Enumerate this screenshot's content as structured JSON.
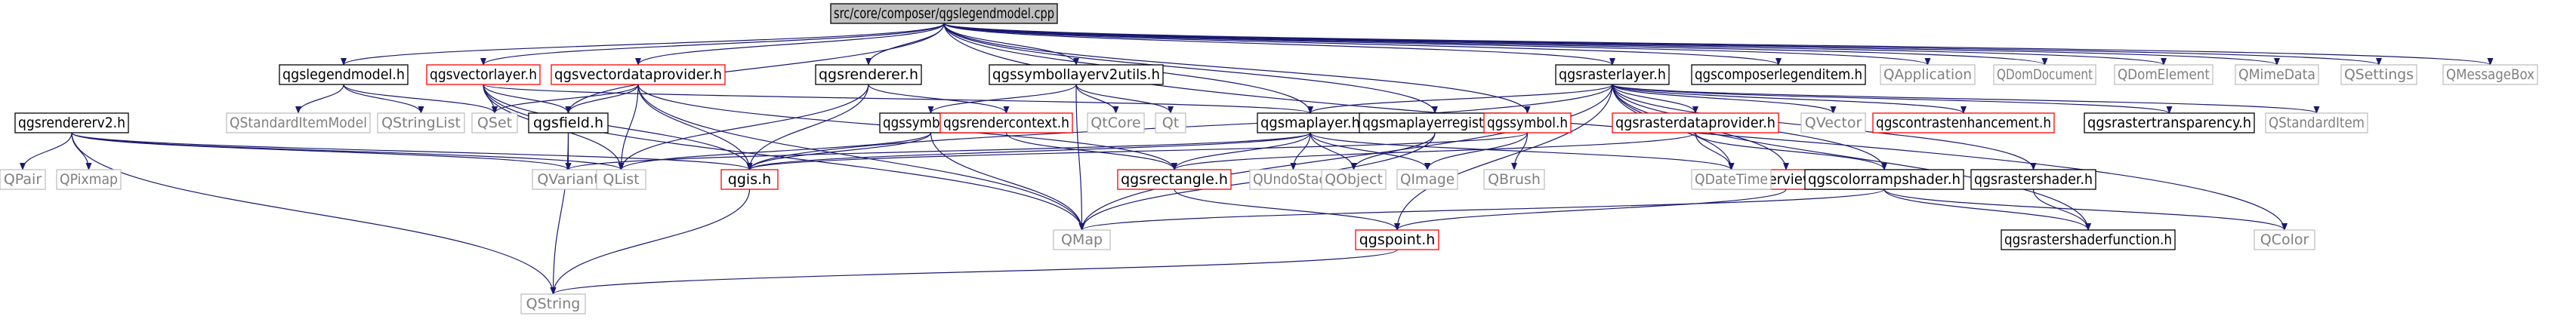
{
  "diagram": {
    "nodes": [
      {
        "id": "root",
        "label": "src/core/composer/qgslegendmodel.cpp",
        "style": "root"
      },
      {
        "id": "qgslegendmodel_h",
        "label": "qgslegendmodel.h",
        "style": "black"
      },
      {
        "id": "qgsvectorlayer_h",
        "label": "qgsvectorlayer.h",
        "style": "red"
      },
      {
        "id": "qgsvectordataprovider_h",
        "label": "qgsvectordataprovider.h",
        "style": "red"
      },
      {
        "id": "qgsrenderer_h",
        "label": "qgsrenderer.h",
        "style": "black"
      },
      {
        "id": "qgssymbollayerv2utils_h",
        "label": "qgssymbollayerv2utils.h",
        "style": "black"
      },
      {
        "id": "qgsrasterlayer_h",
        "label": "qgsrasterlayer.h",
        "style": "black"
      },
      {
        "id": "qgscomposerlegenditem_h",
        "label": "qgscomposerlegenditem.h",
        "style": "black"
      },
      {
        "id": "QApplication",
        "label": "QApplication",
        "style": "gray"
      },
      {
        "id": "QDomDocument",
        "label": "QDomDocument",
        "style": "gray"
      },
      {
        "id": "QDomElement",
        "label": "QDomElement",
        "style": "gray"
      },
      {
        "id": "QMimeData",
        "label": "QMimeData",
        "style": "gray"
      },
      {
        "id": "QSettings",
        "label": "QSettings",
        "style": "gray"
      },
      {
        "id": "QMessageBox",
        "label": "QMessageBox",
        "style": "gray"
      },
      {
        "id": "qgsrendererv2_h",
        "label": "qgsrendererv2.h",
        "style": "black"
      },
      {
        "id": "QStandardItemModel",
        "label": "QStandardItemModel",
        "style": "gray"
      },
      {
        "id": "QStringList",
        "label": "QStringList",
        "style": "gray"
      },
      {
        "id": "QSet",
        "label": "QSet",
        "style": "gray"
      },
      {
        "id": "qgsfield_h",
        "label": "qgsfield.h",
        "style": "black"
      },
      {
        "id": "qgssymbolv2_h",
        "label": "qgssymbolv2.h",
        "style": "black"
      },
      {
        "id": "qgsrendercontext_h",
        "label": "qgsrendercontext.h",
        "style": "red"
      },
      {
        "id": "QtCore",
        "label": "QtCore",
        "style": "gray"
      },
      {
        "id": "Qt",
        "label": "Qt",
        "style": "gray"
      },
      {
        "id": "qgsmaplayer_h",
        "label": "qgsmaplayer.h",
        "style": "black"
      },
      {
        "id": "qgsmaplayerregistry_h",
        "label": "qgsmaplayerregistry.h",
        "style": "black"
      },
      {
        "id": "qgssymbol_h",
        "label": "qgssymbol.h",
        "style": "red"
      },
      {
        "id": "qgsrasterdataprovider_h",
        "label": "qgsrasterdataprovider.h",
        "style": "red"
      },
      {
        "id": "QVector",
        "label": "QVector",
        "style": "gray"
      },
      {
        "id": "qgscontrastenhancement_h",
        "label": "qgscontrastenhancement.h",
        "style": "red"
      },
      {
        "id": "qgsrastertransparency_h",
        "label": "qgsrastertransparency.h",
        "style": "black"
      },
      {
        "id": "QStandardItem",
        "label": "QStandardItem",
        "style": "gray"
      },
      {
        "id": "QPair",
        "label": "QPair",
        "style": "gray"
      },
      {
        "id": "QPixmap",
        "label": "QPixmap",
        "style": "gray"
      },
      {
        "id": "QVariant",
        "label": "QVariant",
        "style": "gray"
      },
      {
        "id": "QList",
        "label": "QList",
        "style": "gray"
      },
      {
        "id": "qgis_h",
        "label": "qgis.h",
        "style": "red"
      },
      {
        "id": "qgsrectangle_h",
        "label": "qgsrectangle.h",
        "style": "red"
      },
      {
        "id": "QUndoStack",
        "label": "QUndoStack",
        "style": "gray"
      },
      {
        "id": "QObject",
        "label": "QObject",
        "style": "gray"
      },
      {
        "id": "QImage",
        "label": "QImage",
        "style": "gray"
      },
      {
        "id": "QBrush",
        "label": "QBrush",
        "style": "gray"
      },
      {
        "id": "qgsrasterviewport_h",
        "label": "qgsrasterviewport.h",
        "style": "red"
      },
      {
        "id": "QDateTime",
        "label": "QDateTime",
        "style": "gray"
      },
      {
        "id": "qgscolorrampshader_h",
        "label": "qgscolorrampshader.h",
        "style": "black"
      },
      {
        "id": "qgsrastershader_h",
        "label": "qgsrastershader.h",
        "style": "black"
      },
      {
        "id": "QMap",
        "label": "QMap",
        "style": "gray"
      },
      {
        "id": "qgspoint_h",
        "label": "qgspoint.h",
        "style": "red"
      },
      {
        "id": "qgsrastershaderfunction_h",
        "label": "qgsrastershaderfunction.h",
        "style": "black"
      },
      {
        "id": "QColor",
        "label": "QColor",
        "style": "gray"
      },
      {
        "id": "QString",
        "label": "QString",
        "style": "gray"
      }
    ],
    "edges": [
      [
        "root",
        "qgslegendmodel_h"
      ],
      [
        "root",
        "qgsvectorlayer_h"
      ],
      [
        "root",
        "qgsvectordataprovider_h"
      ],
      [
        "root",
        "qgsrenderer_h"
      ],
      [
        "root",
        "qgssymbollayerv2utils_h"
      ],
      [
        "root",
        "qgsrasterlayer_h"
      ],
      [
        "root",
        "qgscomposerlegenditem_h"
      ],
      [
        "root",
        "QApplication"
      ],
      [
        "root",
        "QDomDocument"
      ],
      [
        "root",
        "QDomElement"
      ],
      [
        "root",
        "QMimeData"
      ],
      [
        "root",
        "QSettings"
      ],
      [
        "root",
        "QMessageBox"
      ],
      [
        "root",
        "qgsfield_h"
      ],
      [
        "root",
        "qgsmaplayer_h"
      ],
      [
        "root",
        "qgsmaplayerregistry_h"
      ],
      [
        "root",
        "qgssymbol_h"
      ],
      [
        "root",
        "QColor"
      ],
      [
        "qgslegendmodel_h",
        "QStandardItemModel"
      ],
      [
        "qgslegendmodel_h",
        "QStringList"
      ],
      [
        "qgslegendmodel_h",
        "QSet"
      ],
      [
        "qgsvectorlayer_h",
        "QSet"
      ],
      [
        "qgsvectorlayer_h",
        "QList"
      ],
      [
        "qgsvectorlayer_h",
        "QMap"
      ],
      [
        "qgsvectorlayer_h",
        "qgis_h"
      ],
      [
        "qgsvectorlayer_h",
        "qgsfield_h"
      ],
      [
        "qgsvectorlayer_h",
        "qgsmaplayer_h"
      ],
      [
        "qgsvectordataprovider_h",
        "QSet"
      ],
      [
        "qgsvectordataprovider_h",
        "QList"
      ],
      [
        "qgsvectordataprovider_h",
        "qgis_h"
      ],
      [
        "qgsvectordataprovider_h",
        "qgsfield_h"
      ],
      [
        "qgsvectordataprovider_h",
        "qgsrectangle_h"
      ],
      [
        "qgsvectordataprovider_h",
        "QMap"
      ],
      [
        "qgsrenderer_h",
        "qgsrendercontext_h"
      ],
      [
        "qgsrenderer_h",
        "QList"
      ],
      [
        "qgsrenderer_h",
        "qgis_h"
      ],
      [
        "qgssymbollayerv2utils_h",
        "qgssymbolv2_h"
      ],
      [
        "qgssymbollayerv2utils_h",
        "QtCore"
      ],
      [
        "qgssymbollayerv2utils_h",
        "Qt"
      ],
      [
        "qgssymbollayerv2utils_h",
        "QMap"
      ],
      [
        "qgsrasterlayer_h",
        "qgsmaplayer_h"
      ],
      [
        "qgsrasterlayer_h",
        "qgsrasterdataprovider_h"
      ],
      [
        "qgsrasterlayer_h",
        "QVector"
      ],
      [
        "qgsrasterlayer_h",
        "qgscontrastenhancement_h"
      ],
      [
        "qgsrasterlayer_h",
        "qgsrastertransparency_h"
      ],
      [
        "qgsrasterlayer_h",
        "QStandardItem"
      ],
      [
        "qgsrasterlayer_h",
        "qgsrasterviewport_h"
      ],
      [
        "qgsrasterlayer_h",
        "QDateTime"
      ],
      [
        "qgsrasterlayer_h",
        "qgscolorrampshader_h"
      ],
      [
        "qgsrasterlayer_h",
        "qgsrastershader_h"
      ],
      [
        "qgsrasterlayer_h",
        "qgsrastershaderfunction_h"
      ],
      [
        "qgsrasterlayer_h",
        "qgis_h"
      ],
      [
        "qgsrasterlayer_h",
        "QMap"
      ],
      [
        "qgsrasterlayer_h",
        "qgspoint_h"
      ],
      [
        "qgsrendererv2_h",
        "QPair"
      ],
      [
        "qgsrendererv2_h",
        "QPixmap"
      ],
      [
        "qgsrendererv2_h",
        "QVariant"
      ],
      [
        "qgsrendererv2_h",
        "QList"
      ],
      [
        "qgsrendererv2_h",
        "qgis_h"
      ],
      [
        "qgsrendererv2_h",
        "QString"
      ],
      [
        "qgsfield_h",
        "QVariant"
      ],
      [
        "qgsfield_h",
        "QString"
      ],
      [
        "qgssymbolv2_h",
        "QList"
      ],
      [
        "qgssymbolv2_h",
        "qgis_h"
      ],
      [
        "qgssymbolv2_h",
        "QMap"
      ],
      [
        "qgsrendercontext_h",
        "qgsrectangle_h"
      ],
      [
        "qgsmaplayer_h",
        "QVariant"
      ],
      [
        "qgsmaplayer_h",
        "qgsrectangle_h"
      ],
      [
        "qgsmaplayer_h",
        "QUndoStack"
      ],
      [
        "qgsmaplayer_h",
        "QObject"
      ],
      [
        "qgsmaplayer_h",
        "QImage"
      ],
      [
        "qgsmaplayer_h",
        "QDateTime"
      ],
      [
        "qgsmaplayer_h",
        "qgis_h"
      ],
      [
        "qgsmaplayerregistry_h",
        "QObject"
      ],
      [
        "qgsmaplayerregistry_h",
        "QMap"
      ],
      [
        "qgssymbol_h",
        "qgis_h"
      ],
      [
        "qgssymbol_h",
        "QImage"
      ],
      [
        "qgssymbol_h",
        "QBrush"
      ],
      [
        "qgsrasterdataprovider_h",
        "qgsrectangle_h"
      ],
      [
        "qgsrasterdataprovider_h",
        "QDateTime"
      ],
      [
        "qgsrasterdataprovider_h",
        "qgscolorrampshader_h"
      ],
      [
        "qgis_h",
        "QString"
      ],
      [
        "qgsrectangle_h",
        "qgspoint_h"
      ],
      [
        "qgsrasterviewport_h",
        "qgspoint_h"
      ],
      [
        "qgscolorrampshader_h",
        "QColor"
      ],
      [
        "qgscolorrampshader_h",
        "QMap"
      ],
      [
        "qgscolorrampshader_h",
        "qgsrastershaderfunction_h"
      ],
      [
        "qgsrastershader_h",
        "qgsrastershaderfunction_h"
      ],
      [
        "qgspoint_h",
        "QString"
      ]
    ]
  },
  "colors": {
    "edge": "#191970",
    "border_black": "#000000",
    "border_red": "#ff0000",
    "border_gray": "#bfbfbf",
    "text_black": "#000000",
    "text_gray": "#7f7f7f",
    "root_fill": "#bfbfbf"
  }
}
